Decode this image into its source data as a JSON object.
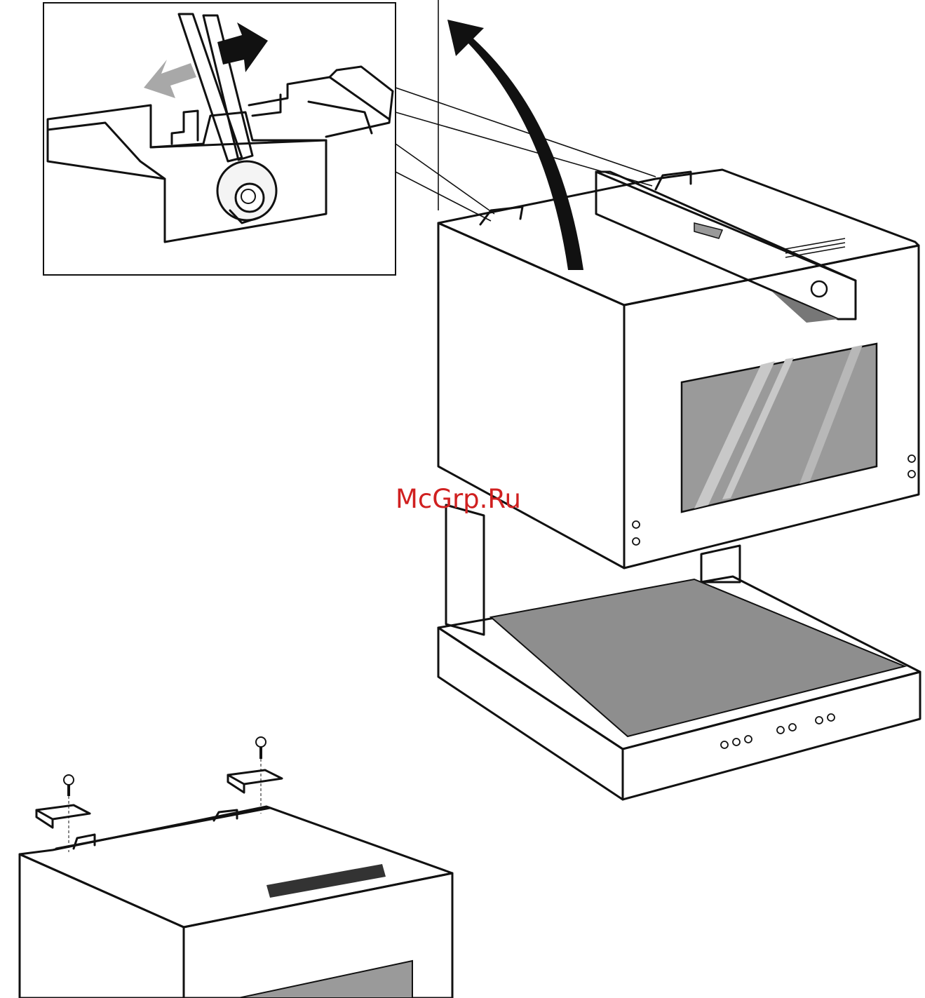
{
  "watermark": {
    "text": "McGrp.Ru"
  },
  "icons": {
    "arrow-push": "black-arrow",
    "arrow-pull": "grey-arrow",
    "arrow-lift": "curved-arrow",
    "wrench": "wrench-icon",
    "screw": "screw-icon",
    "spirit-level": "level-icon"
  },
  "colors": {
    "outline": "#111111",
    "panel": "#e6e6e6",
    "panel_dark": "#cfcfcf",
    "glass": "#9a9a9a",
    "drawer_top": "#8e8e8e",
    "arrow_grey": "#a8a8a8",
    "watermark": "#d02020"
  }
}
